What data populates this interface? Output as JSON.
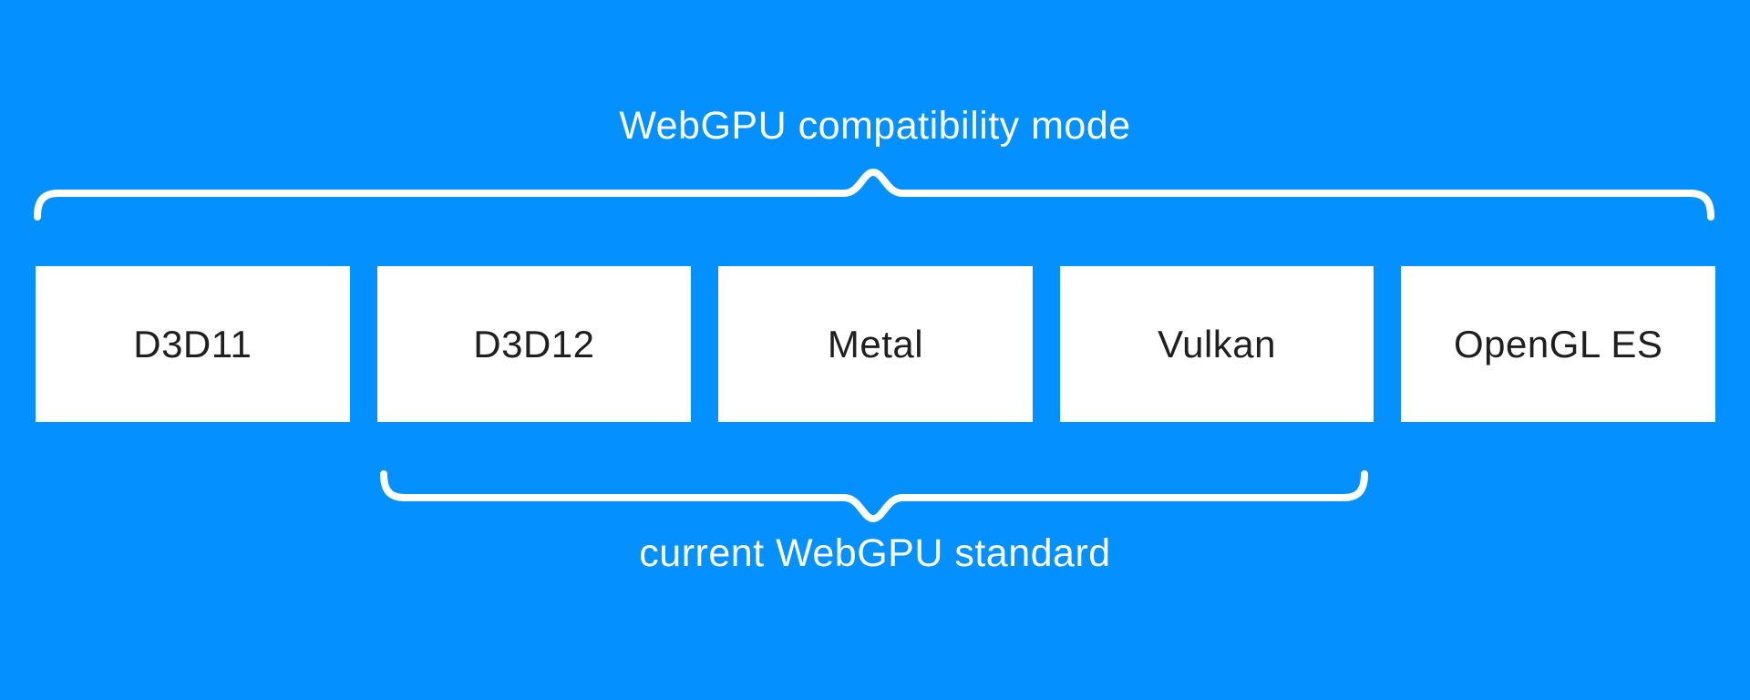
{
  "diagram": {
    "top_group_label": "WebGPU compatibility mode",
    "bottom_group_label": "current WebGPU standard"
  },
  "boxes": [
    {
      "label": "D3D11"
    },
    {
      "label": "D3D12"
    },
    {
      "label": "Metal"
    },
    {
      "label": "Vulkan"
    },
    {
      "label": "OpenGL ES"
    }
  ],
  "colors": {
    "background": "#0590ff",
    "box_bg": "#ffffff",
    "box_text": "#1f1f1f",
    "label_text": "#ffffff",
    "brace": "#ffffff"
  }
}
